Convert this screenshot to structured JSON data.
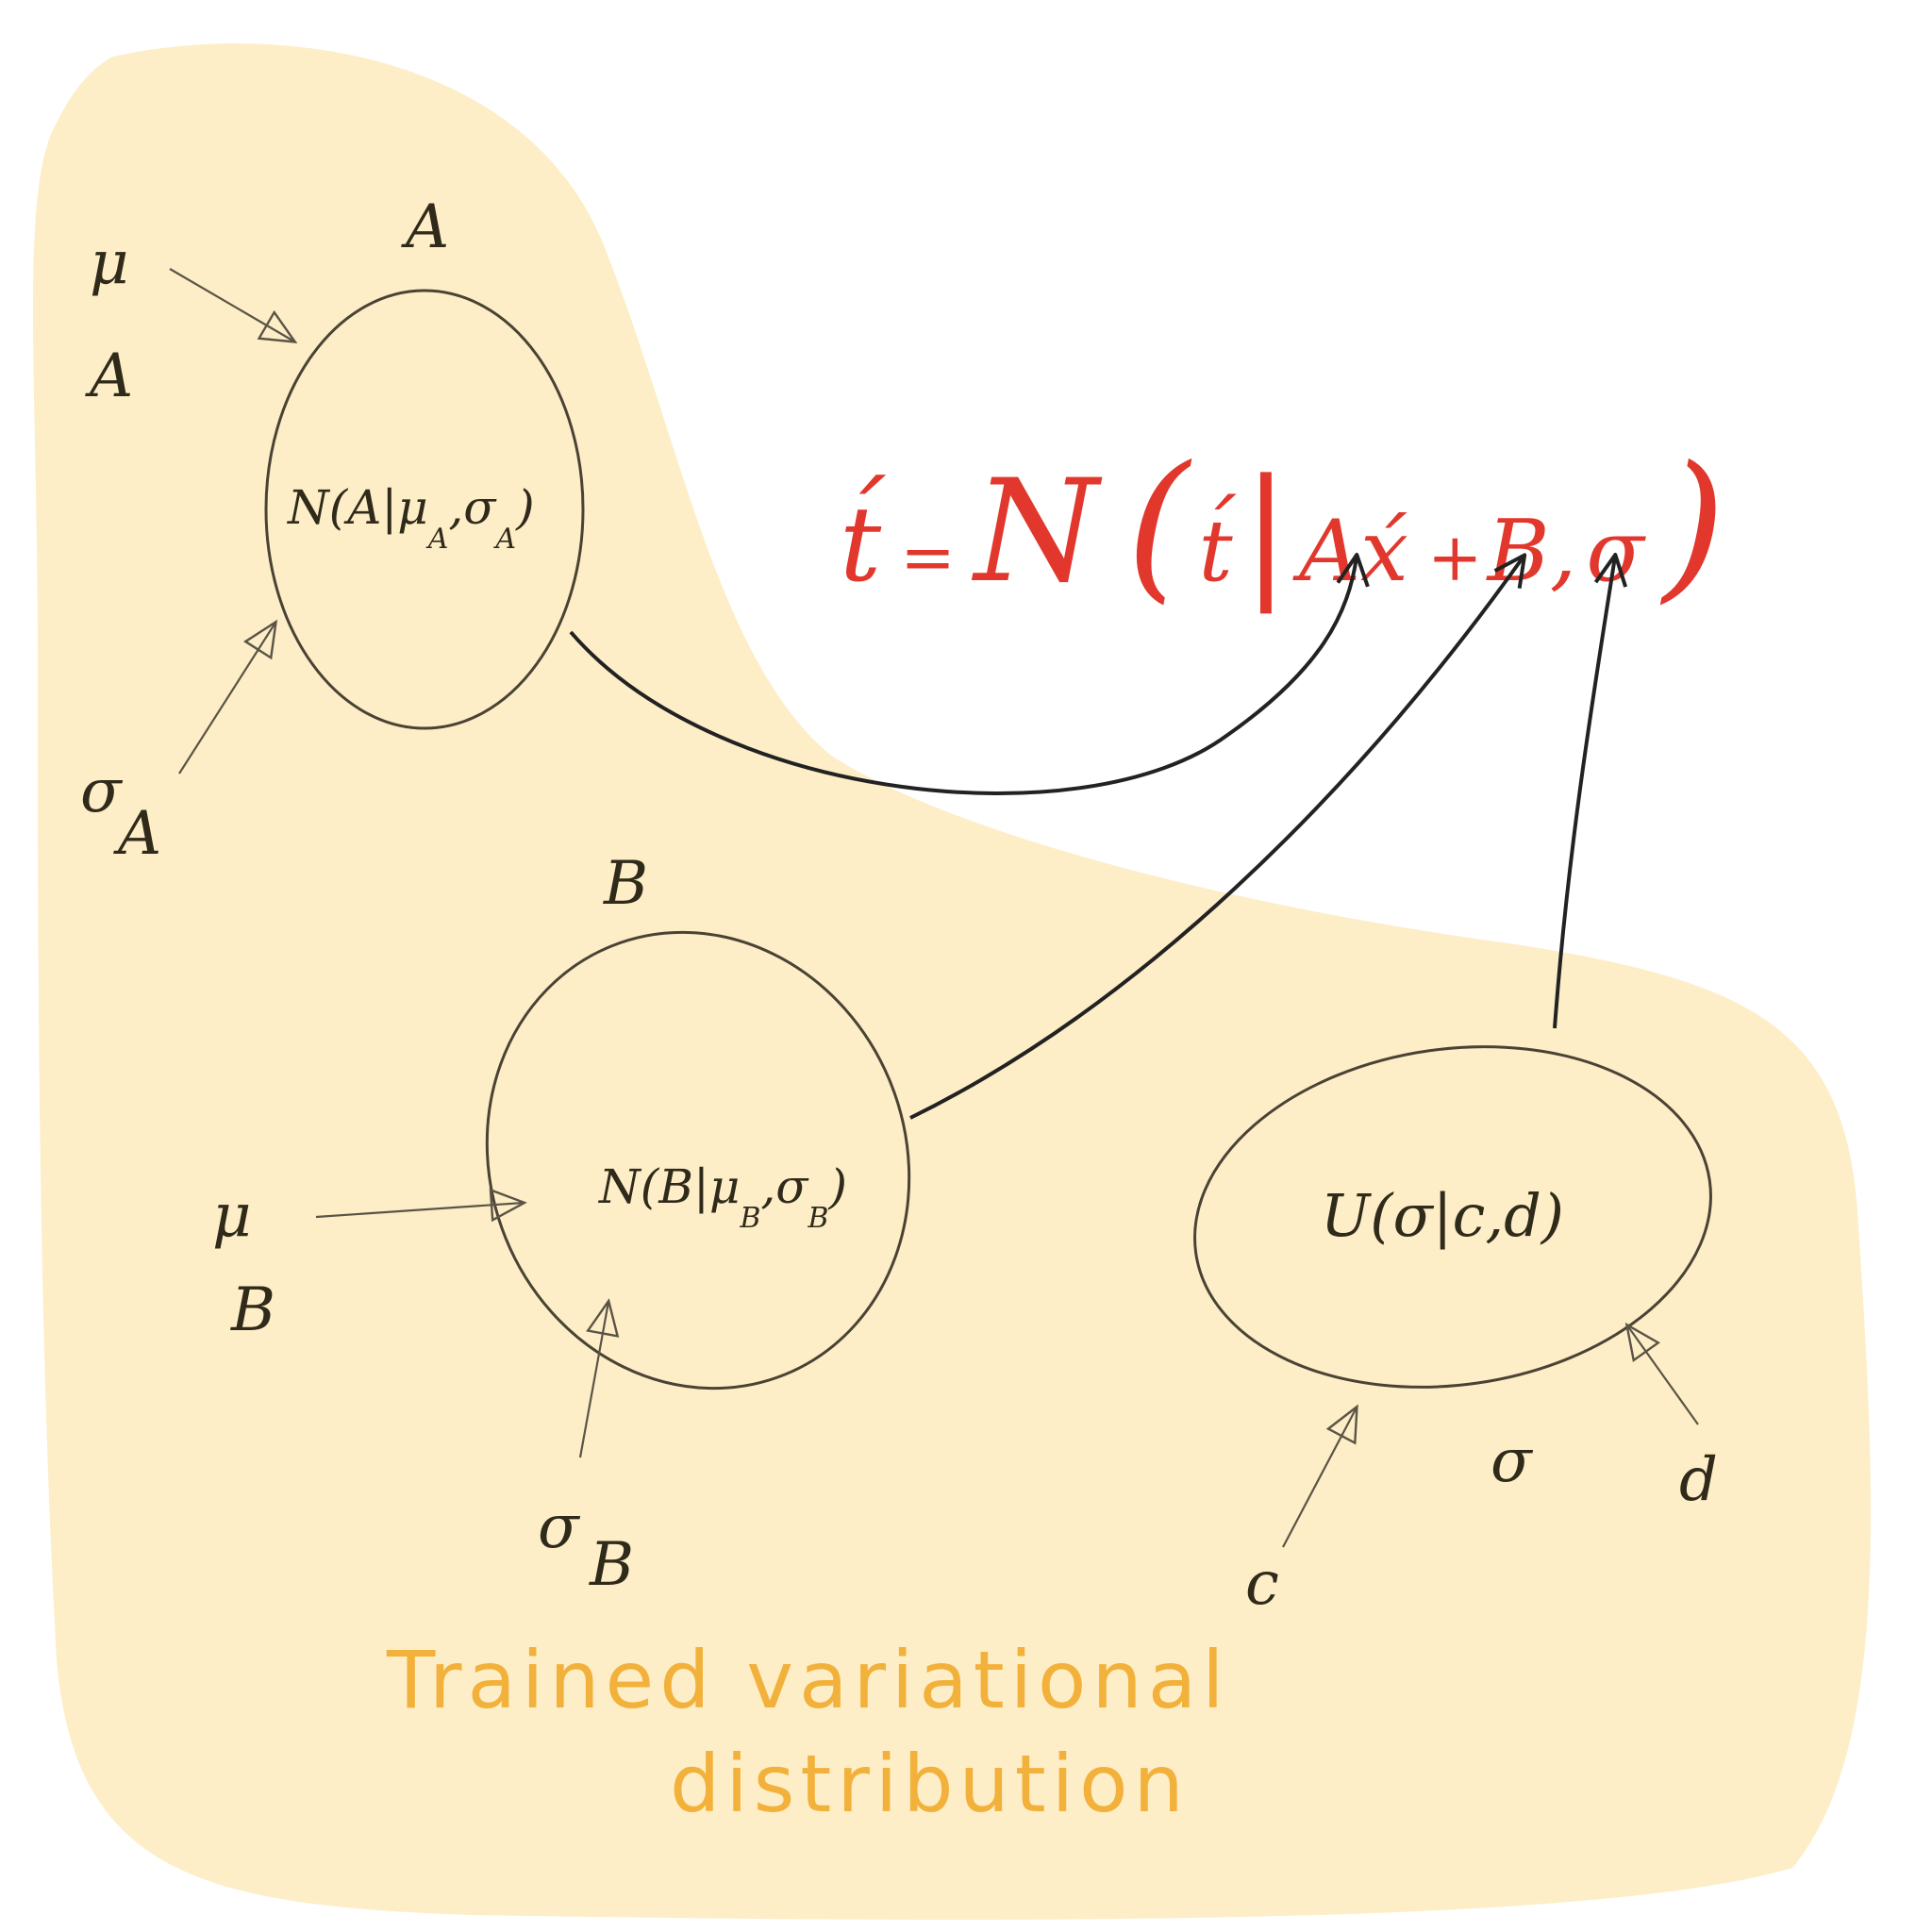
{
  "colors": {
    "region_fill": "#fdeec8",
    "equation": "#e2372c",
    "caption": "#f2b13a",
    "ink": "#2f2a1a"
  },
  "region": {
    "caption_line1": "Trained variational",
    "caption_line2": "distribution"
  },
  "node_A": {
    "label": "A",
    "expr": "N(A|μ",
    "expr_sub1": "A",
    "expr_sigma": ",σ",
    "expr_sub2": "A",
    "expr_close": ")",
    "mu_label": "μ",
    "mu_sub": "A",
    "sigma_label": "σ",
    "sigma_sub": "A"
  },
  "node_B": {
    "label": "B",
    "expr": "N(B|μ",
    "expr_sub1": "B",
    "expr_sigma": ",σ",
    "expr_sub2": "B",
    "expr_close": ")",
    "mu_label": "μ",
    "mu_sub": "B",
    "sigma_label": "σ",
    "sigma_sub": "B"
  },
  "node_sigma": {
    "label": "σ",
    "expr": "U(σ|c,d)",
    "c_label": "c",
    "d_label": "d"
  },
  "equation": {
    "lhs": "t́",
    "equals": "=",
    "dist": "N",
    "open": "(",
    "var": "t́",
    "bar": "|",
    "a": "A",
    "x": "x́",
    "plus": "+",
    "b": "B",
    "comma": ",",
    "sigma": "σ",
    "close": ")"
  }
}
